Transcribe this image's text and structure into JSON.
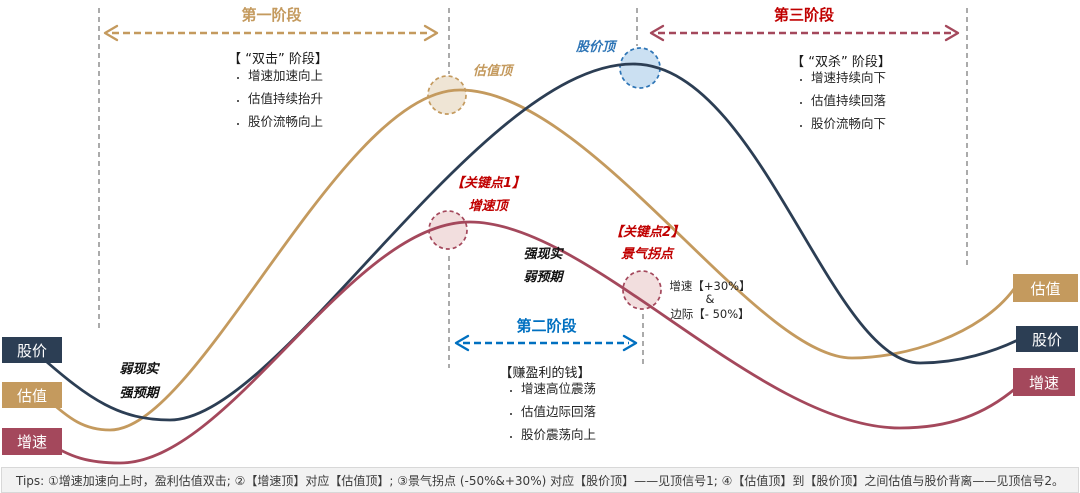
{
  "colors": {
    "navy": "#2C3E54",
    "gold": "#C49A5E",
    "maroon": "#A4485C",
    "blue": "#0070C0",
    "blue_circle": "#2E75B6",
    "red": "#C00000",
    "gray": "#ABABAB",
    "tan_fill": "#EFE5D5",
    "blue_fill": "#CBE0F2",
    "pink_fill": "#F2DEDE",
    "tips_bg": "#F2F2F2",
    "tips_border": "#D8D8D8"
  },
  "labels": {
    "stock": "股价",
    "valuation": "估值",
    "growth": "增速"
  },
  "phases": {
    "p1": {
      "title": "第一阶段",
      "header": "【 “双击” 阶段】",
      "bullets": [
        "增速加速向上",
        "估值持续抬升",
        "股价流畅向上"
      ]
    },
    "p2": {
      "title": "第二阶段",
      "header": "【赚盈利的钱】",
      "bullets": [
        "增速高位震荡",
        "估值边际回落",
        "股价震荡向上"
      ]
    },
    "p3": {
      "title": "第三阶段",
      "header": "【 “双杀” 阶段】",
      "bullets": [
        "增速持续向下",
        "估值持续回落",
        "股价流畅向下"
      ]
    }
  },
  "annotations": {
    "valuation_top": "估值顶",
    "price_top": "股价顶",
    "key1_title": "【关键点1】",
    "key1_sub": "增速顶",
    "key2_title": "【关键点2】",
    "key2_sub": "景气拐点",
    "mid_line1": "强现实",
    "mid_line2": "弱预期",
    "left_line1": "弱现实",
    "left_line2": "强预期",
    "note_line1": "增速【+30%】",
    "note_amp": "&",
    "note_line2": "边际【- 50%】"
  },
  "tips": "Tips: ①增速加速向上时，盈利估值双击; ②【增速顶】对应【估值顶】; ③景气拐点 (-50%&+30%) 对应【股价顶】——见顶信号1; ④【估值顶】到【股价顶】之间估值与股价背离——见顶信号2。"
}
